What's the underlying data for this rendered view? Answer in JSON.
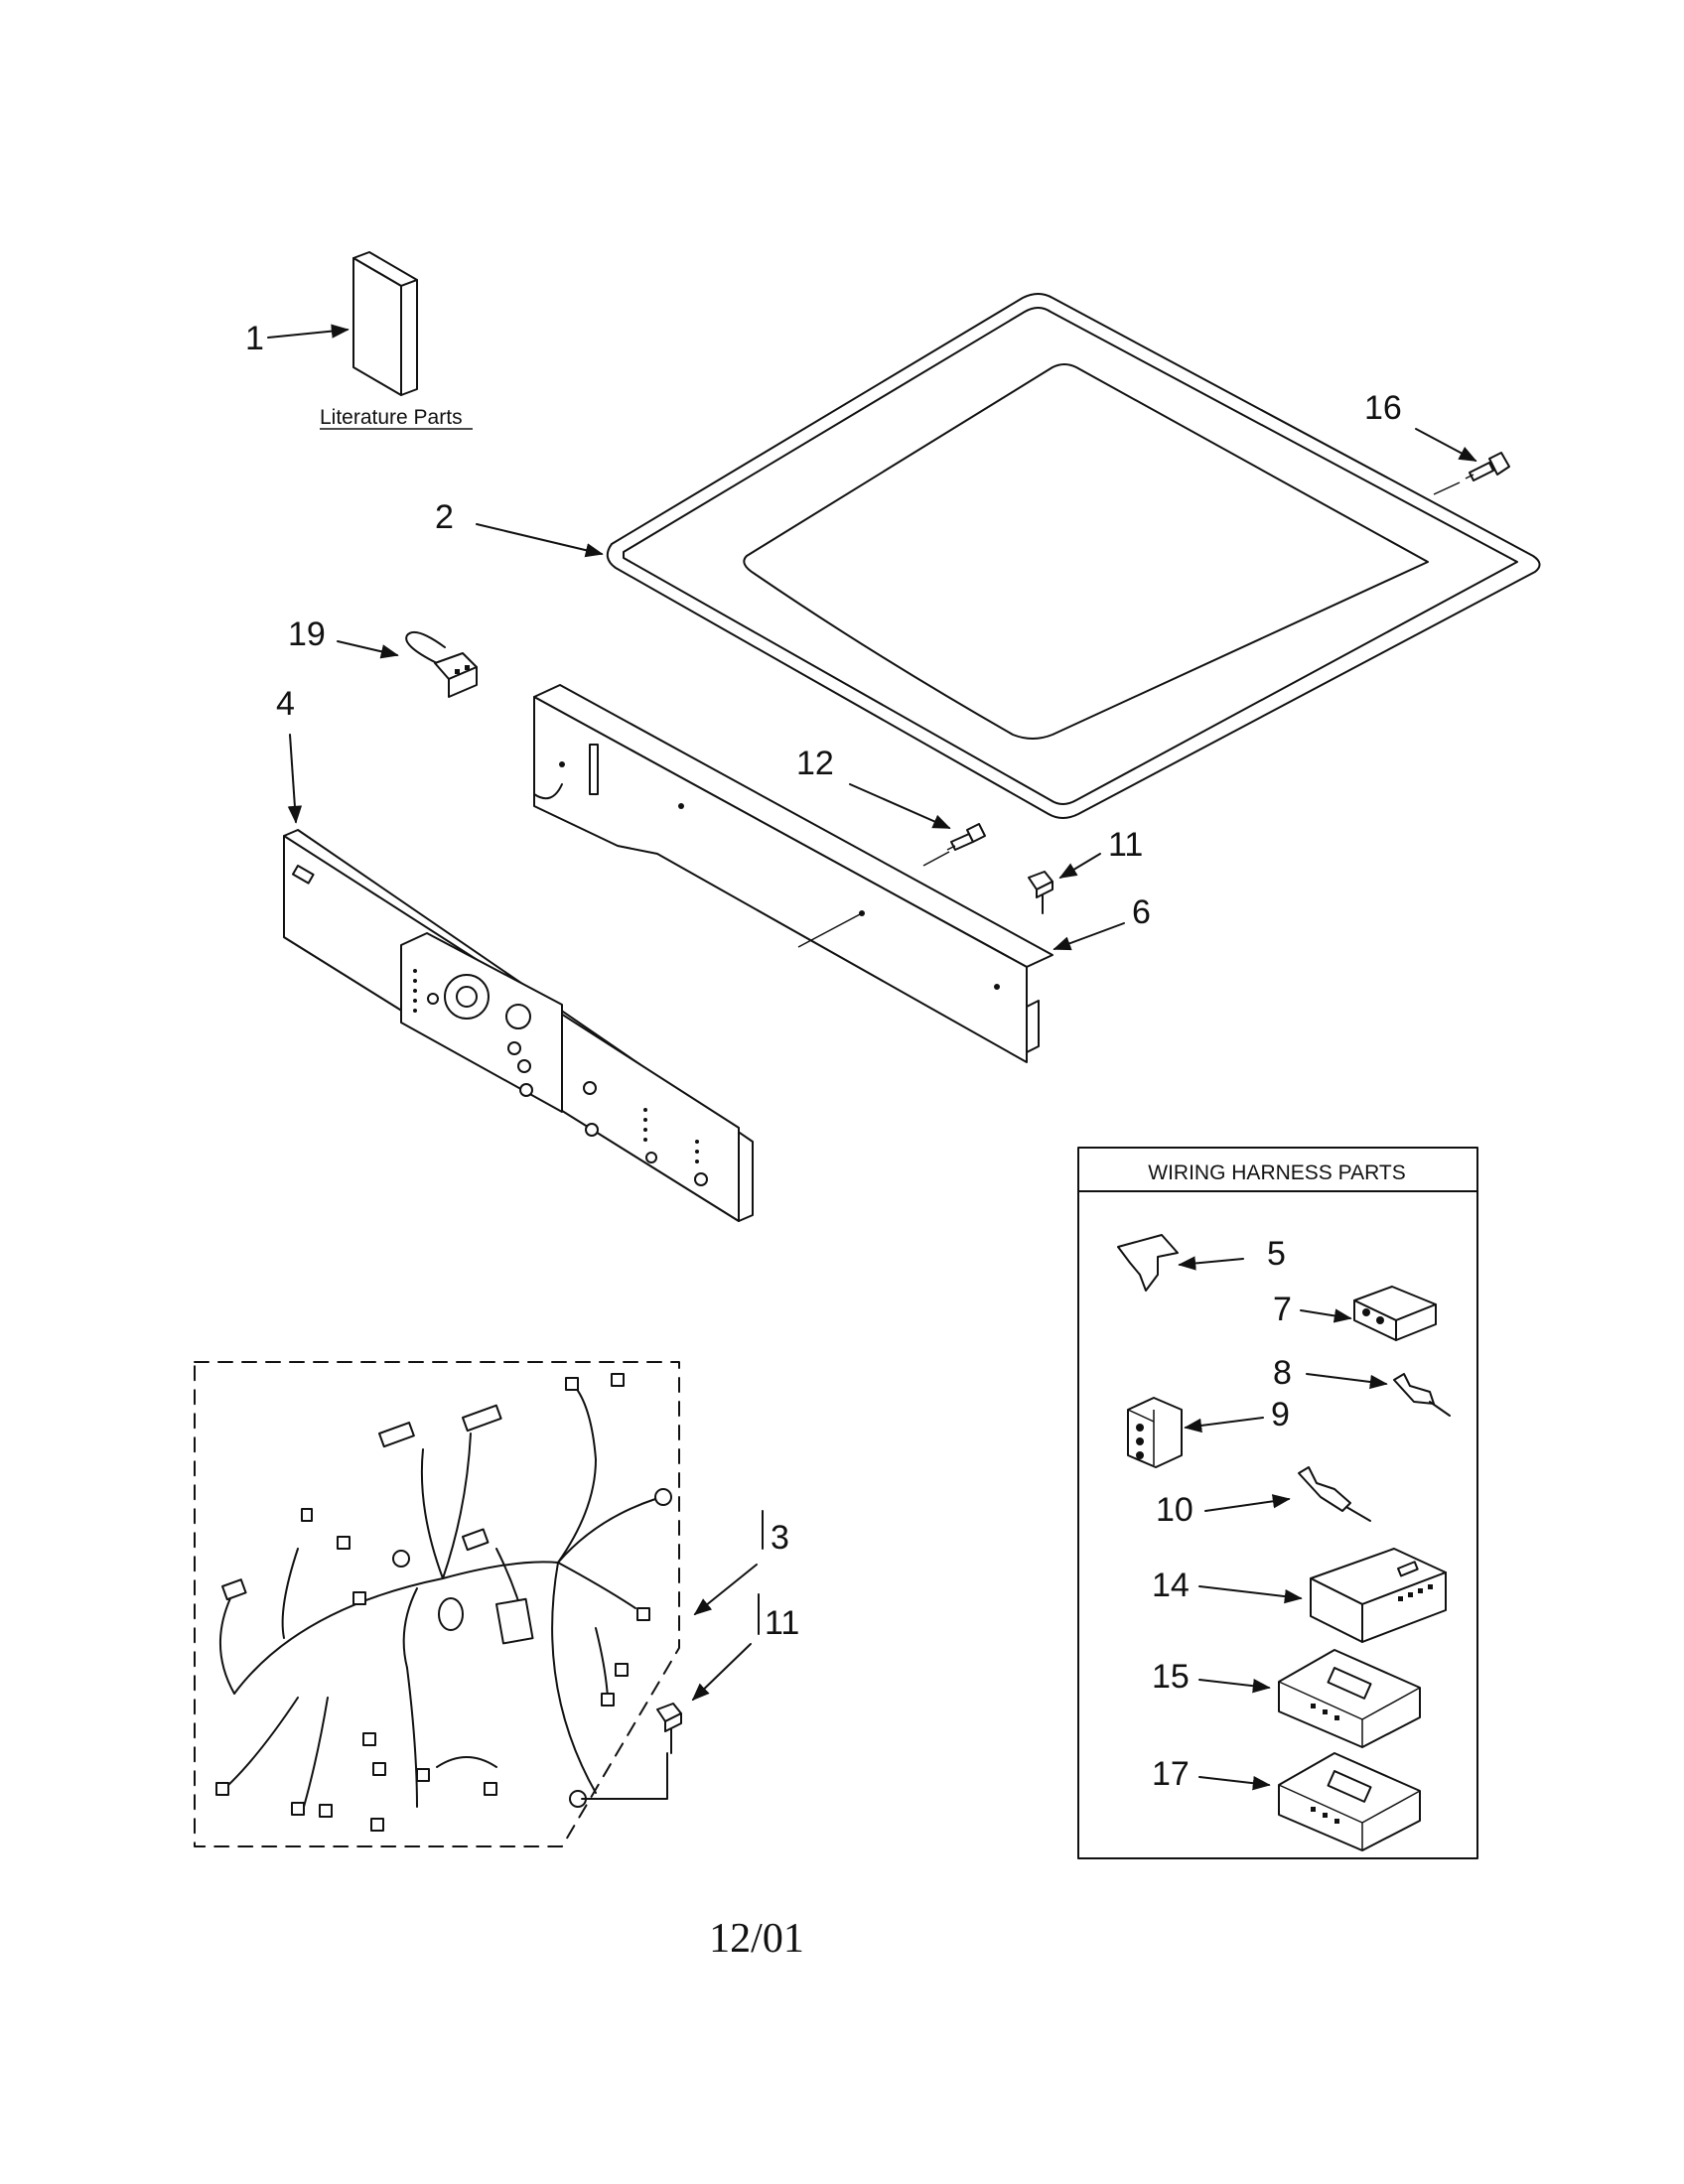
{
  "callouts": {
    "c1": "1",
    "c2": "2",
    "c3": "3",
    "c4": "4",
    "c5": "5",
    "c6": "6",
    "c7": "7",
    "c8": "8",
    "c9": "9",
    "c10": "10",
    "c11a": "11",
    "c11b": "11",
    "c12": "12",
    "c14": "14",
    "c15": "15",
    "c16": "16",
    "c17": "17",
    "c19": "19"
  },
  "labels": {
    "literature": "Literature Parts",
    "wiring_box_title": "WIRING HARNESS PARTS",
    "date": "12/01"
  }
}
